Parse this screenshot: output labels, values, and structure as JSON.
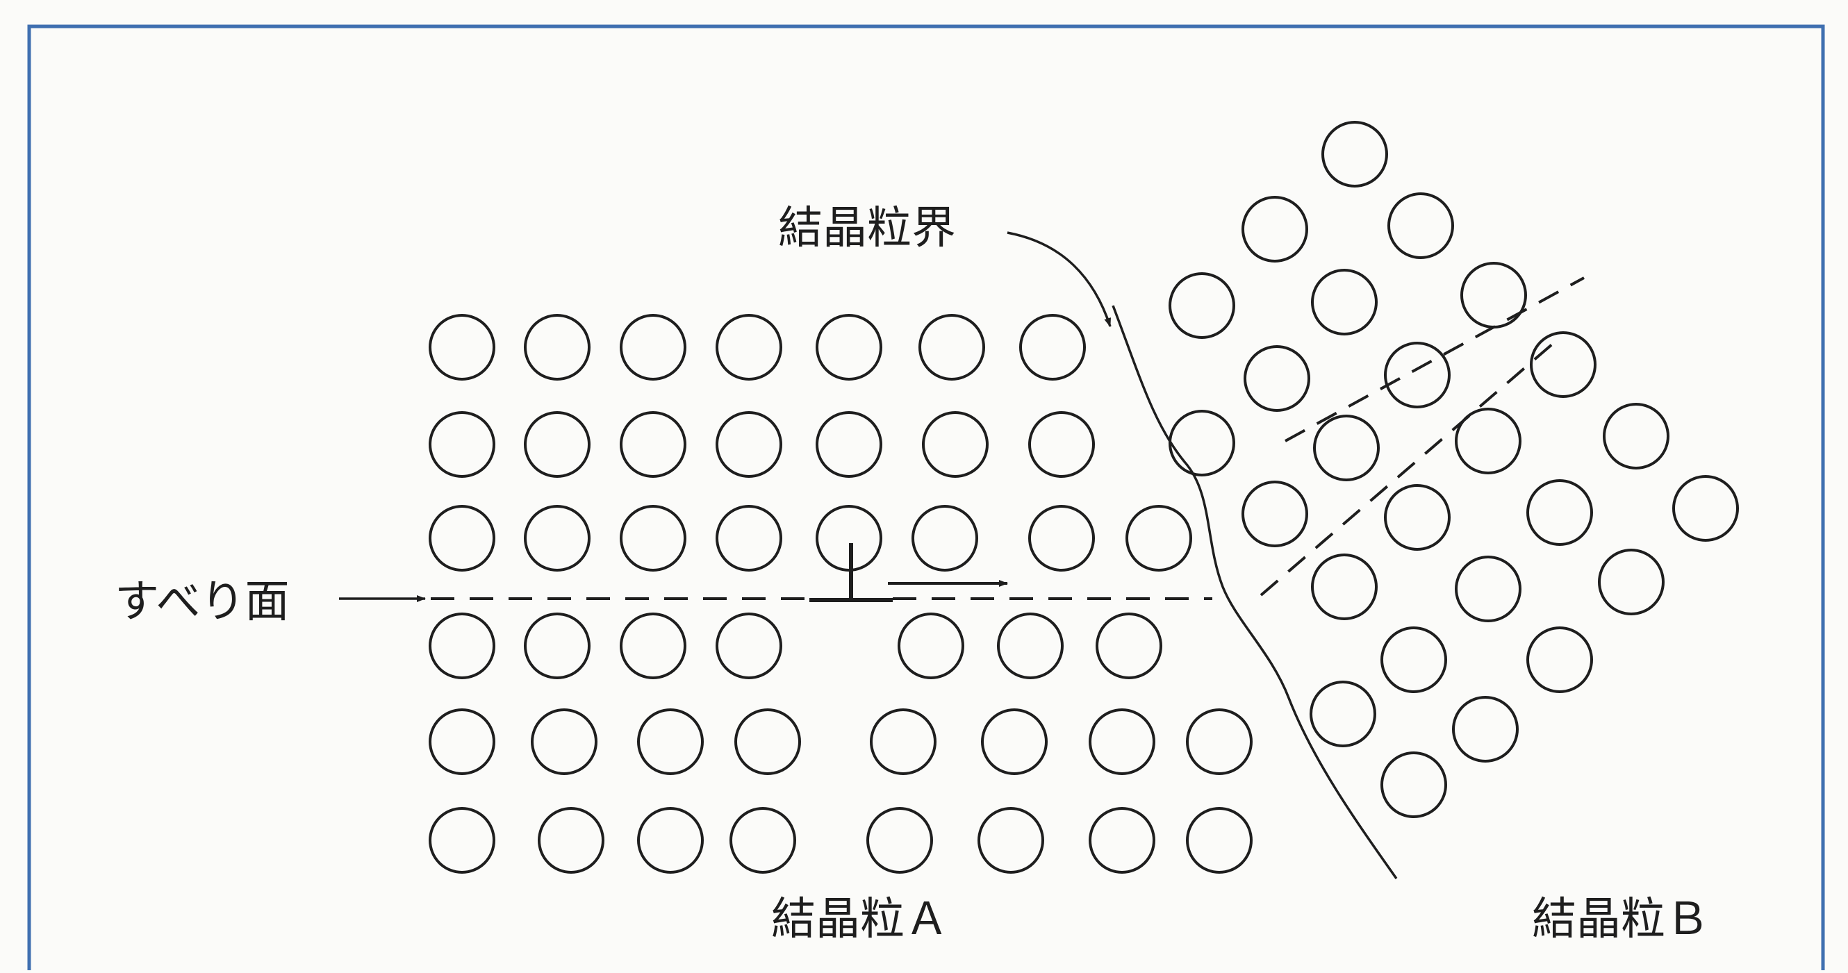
{
  "labels": {
    "grain_boundary": "結晶粒界",
    "slip_plane": "すべり面",
    "grain_a": "結晶粒Ａ",
    "grain_b": "結晶粒Ｂ"
  },
  "colors": {
    "ink": "#1e1e1e",
    "frame": "#3f6fb0",
    "background": "#fbfbf9"
  },
  "icons": {
    "dislocation": "edge-dislocation-symbol",
    "arrow": "slip-direction-arrow"
  }
}
